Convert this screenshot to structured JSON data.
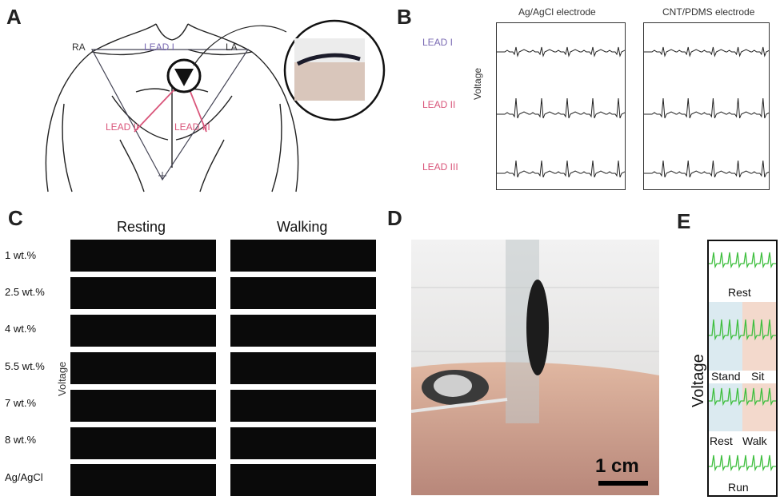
{
  "panels": {
    "a": {
      "letter": "A",
      "labels": {
        "ra": "RA",
        "la": "LA",
        "lead1": "LEAD I",
        "lead2": "LEAD II",
        "lead3": "LEAD III"
      }
    },
    "b": {
      "letter": "B",
      "col1": "Ag/AgCl electrode",
      "col2": "CNT/PDMS electrode",
      "ylabel": "Voltage",
      "rows": [
        "LEAD I",
        "LEAD II",
        "LEAD III"
      ]
    },
    "c": {
      "letter": "C",
      "col1": "Resting",
      "col2": "Walking",
      "ylabel": "Voltage",
      "rows": [
        "1 wt.%",
        "2.5 wt.%",
        "4 wt.%",
        "5.5 wt.%",
        "7 wt.%",
        "8 wt.%",
        "Ag/AgCl"
      ]
    },
    "d": {
      "letter": "D",
      "scalebar": "1 cm"
    },
    "e": {
      "letter": "E",
      "ylabel": "Voltage",
      "labels": {
        "rest": "Rest",
        "stand": "Stand",
        "sit": "Sit",
        "rest2": "Rest",
        "walk": "Walk",
        "run": "Run"
      }
    }
  },
  "colors": {
    "lead1": "#7a6ab3",
    "lead2": "#d9557a",
    "trace_green": "#3fbf3f"
  }
}
